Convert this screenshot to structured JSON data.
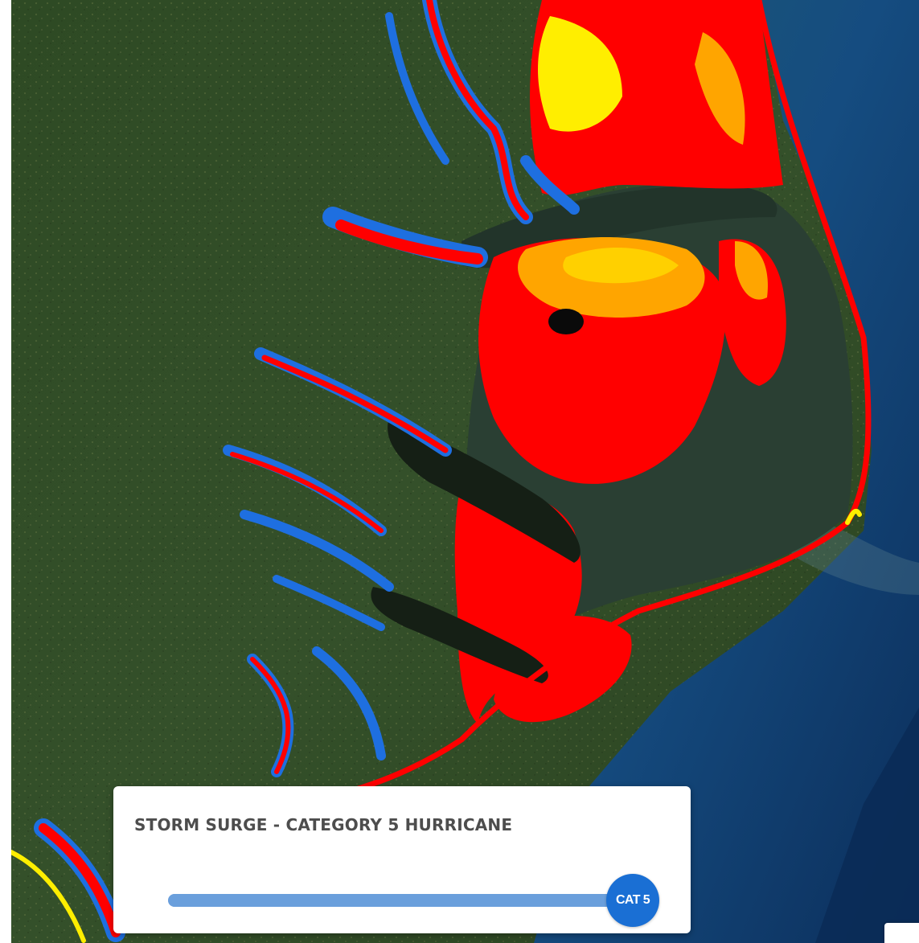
{
  "panel": {
    "title": "STORM SURGE - CATEGORY 5 HURRICANE"
  },
  "slider": {
    "thumb_label": "CAT 5",
    "value": 5,
    "min": 1,
    "max": 5
  },
  "legend_colors": {
    "land": "#2c4420",
    "water": "#223a2c",
    "ocean": "#123a62",
    "surge_red": "#ff0000",
    "surge_orange": "#ffa500",
    "surge_yellow": "#ffff00",
    "surge_blue": "#1e6fe0",
    "slider_thumb": "#1a6fd4",
    "slider_track": "#6a9fdc"
  }
}
